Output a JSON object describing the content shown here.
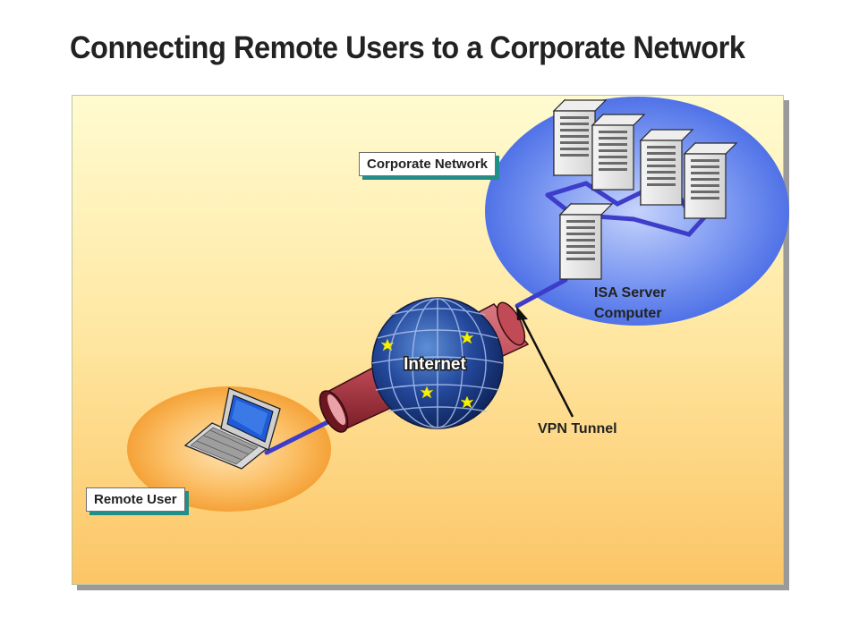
{
  "title": "Connecting Remote Users to a Corporate Network",
  "labels": {
    "corporate_network": "Corporate Network",
    "remote_user": "Remote User",
    "internet": "Internet",
    "isa_server_line1": "ISA Server",
    "isa_server_line2": "Computer",
    "vpn_tunnel": "VPN Tunnel"
  },
  "colors": {
    "corporate_ellipse": "#4d72e8",
    "remote_ellipse": "#f7a53a",
    "tunnel": "#c04a55",
    "globe": "#1f3f86",
    "network_cable": "#3d3dc9",
    "label_shadow": "#1f8f8a"
  },
  "icons": {
    "servers": "server-tower-icon",
    "laptop": "laptop-icon",
    "internet": "globe-icon"
  }
}
